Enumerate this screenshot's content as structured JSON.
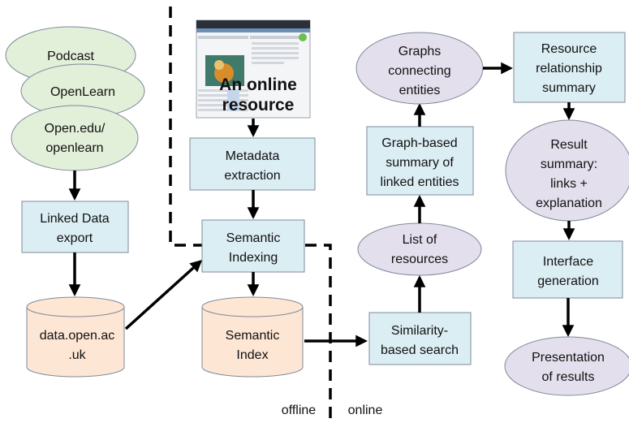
{
  "sources": {
    "podcast": "Podcast",
    "openlearn": "OpenLearn",
    "open_edu_line1": "Open.edu/",
    "open_edu_line2": "openlearn"
  },
  "linked_data_export": {
    "line1": "Linked Data",
    "line2": "export"
  },
  "data_open": {
    "line1": "data.open.ac",
    "line2": ".uk"
  },
  "online_resource": {
    "line1": "An online",
    "line2": "resource"
  },
  "metadata_extraction": {
    "line1": "Metadata",
    "line2": "extraction"
  },
  "semantic_indexing": {
    "line1": "Semantic",
    "line2": "Indexing"
  },
  "semantic_index": {
    "line1": "Semantic",
    "line2": "Index"
  },
  "similarity_search": {
    "line1": "Similarity-",
    "line2": "based search"
  },
  "list_of_resources": {
    "line1": "List of",
    "line2": "resources"
  },
  "graph_summary": {
    "line1": "Graph-based",
    "line2": "summary of",
    "line3": "linked entities"
  },
  "graphs_connecting": {
    "line1": "Graphs",
    "line2": "connecting",
    "line3": "entities"
  },
  "resource_relationship": {
    "line1": "Resource",
    "line2": "relationship",
    "line3": "summary"
  },
  "result_summary": {
    "line1": "Result",
    "line2": "summary:",
    "line3": "links +",
    "line4": "explanation"
  },
  "interface_generation": {
    "line1": "Interface",
    "line2": "generation"
  },
  "presentation": {
    "line1": "Presentation",
    "line2": "of results"
  },
  "labels": {
    "offline": "offline",
    "online": "online"
  },
  "colors": {
    "ellipse_green": "#e2efd9",
    "box_blue": "#dbeef4",
    "cylinder_peach": "#fde6d4",
    "ellipse_purple": "#e4dfec",
    "stroke": "#7f8a99",
    "arrow": "#000000"
  }
}
